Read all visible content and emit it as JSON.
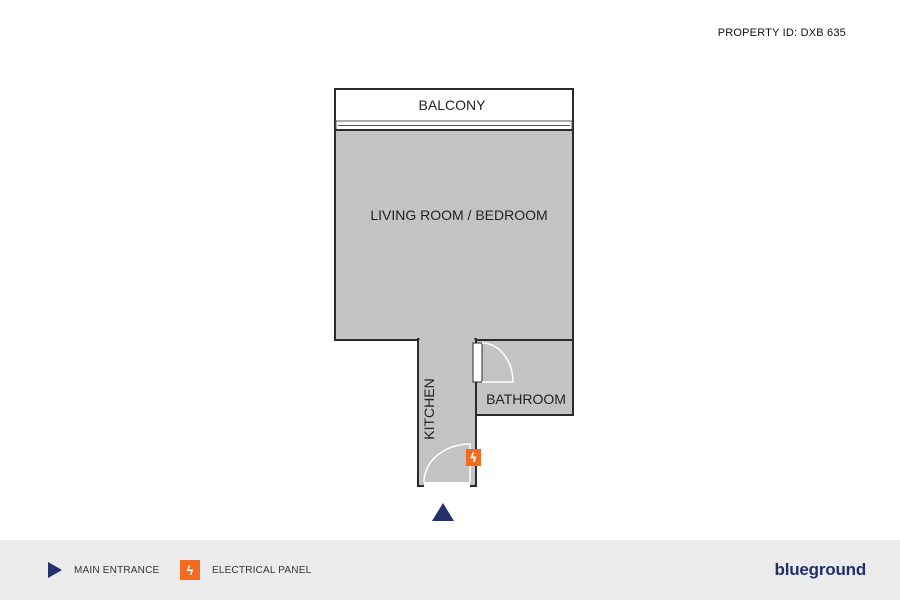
{
  "header": {
    "property_id": "PROPERTY ID: DXB 635"
  },
  "rooms": {
    "balcony": "BALCONY",
    "living": "LIVING ROOM / BEDROOM",
    "kitchen": "KITCHEN",
    "bathroom": "BATHROOM"
  },
  "icons": {
    "electrical_symbol": "ϟ"
  },
  "legend": {
    "main_entrance": "MAIN ENTRANCE",
    "electrical_panel": "ELECTRICAL PANEL"
  },
  "brand": {
    "name": "blueground"
  },
  "colors": {
    "room_fill": "#c3c3c3",
    "wall": "#2b2b2b",
    "entrance": "#23306b",
    "electrical": "#f36b1e",
    "footer_bg": "#ebebeb",
    "brand": "#23306b"
  }
}
